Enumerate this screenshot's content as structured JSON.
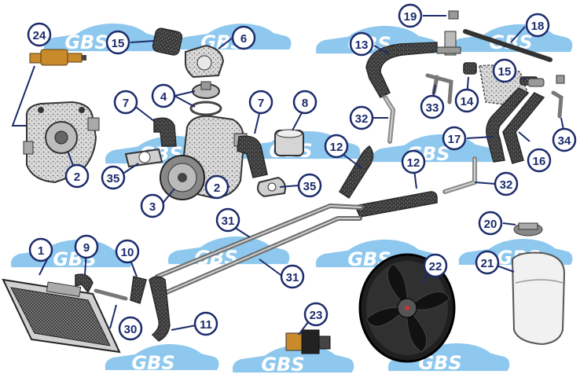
{
  "watermark": {
    "text": "GBS",
    "car_color": "#8ec8ee",
    "text_color": "#ffffff"
  },
  "colors": {
    "badge_fill": "#ffffff",
    "badge_stroke": "#1c2b6b",
    "badge_text": "#1c2b6b",
    "arrow": "#1c2b6b",
    "part_dark": "#2a2a2a",
    "part_mid": "#6a6a6a",
    "part_light": "#c9c9c9",
    "brass": "#c98a2b"
  },
  "callouts": [
    {
      "id": "c1",
      "label": "1"
    },
    {
      "id": "c2a",
      "label": "2"
    },
    {
      "id": "c2b",
      "label": "2"
    },
    {
      "id": "c3",
      "label": "3"
    },
    {
      "id": "c4",
      "label": "4"
    },
    {
      "id": "c6",
      "label": "6"
    },
    {
      "id": "c7a",
      "label": "7"
    },
    {
      "id": "c7b",
      "label": "7"
    },
    {
      "id": "c8",
      "label": "8"
    },
    {
      "id": "c9",
      "label": "9"
    },
    {
      "id": "c10",
      "label": "10"
    },
    {
      "id": "c11",
      "label": "11"
    },
    {
      "id": "c12a",
      "label": "12"
    },
    {
      "id": "c12b",
      "label": "12"
    },
    {
      "id": "c13",
      "label": "13"
    },
    {
      "id": "c14",
      "label": "14"
    },
    {
      "id": "c15a",
      "label": "15"
    },
    {
      "id": "c15b",
      "label": "15"
    },
    {
      "id": "c16",
      "label": "16"
    },
    {
      "id": "c17",
      "label": "17"
    },
    {
      "id": "c18",
      "label": "18"
    },
    {
      "id": "c19",
      "label": "19"
    },
    {
      "id": "c20",
      "label": "20"
    },
    {
      "id": "c21",
      "label": "21"
    },
    {
      "id": "c22",
      "label": "22"
    },
    {
      "id": "c23",
      "label": "23"
    },
    {
      "id": "c24",
      "label": "24"
    },
    {
      "id": "c30",
      "label": "30"
    },
    {
      "id": "c31a",
      "label": "31"
    },
    {
      "id": "c31b",
      "label": "31"
    },
    {
      "id": "c32a",
      "label": "32"
    },
    {
      "id": "c32b",
      "label": "32"
    },
    {
      "id": "c33",
      "label": "33"
    },
    {
      "id": "c34",
      "label": "34"
    },
    {
      "id": "c35a",
      "label": "35"
    },
    {
      "id": "c35b",
      "label": "35"
    }
  ]
}
